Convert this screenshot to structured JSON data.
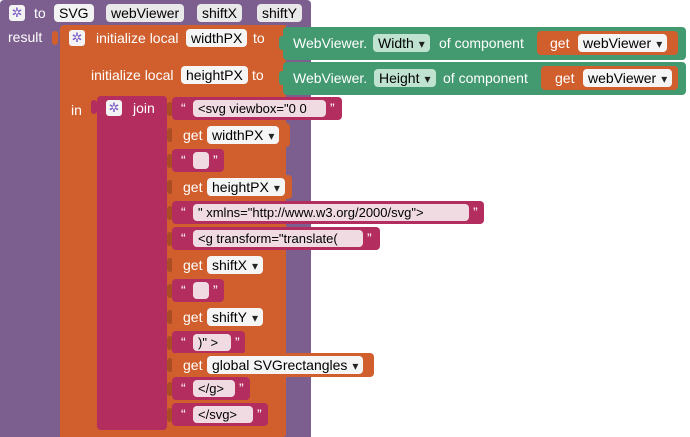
{
  "procedure": {
    "to_label": "to",
    "name": "SVG",
    "params": [
      "webViewer",
      "shiftX",
      "shiftY"
    ],
    "result_label": "result",
    "gear_icon": "mutator-gear-icon"
  },
  "locals": [
    {
      "init_label": "initialize local",
      "var_name": "widthPX",
      "to_label": "to",
      "component_class": "WebViewer.",
      "property": "Width",
      "of_component_label": "of component",
      "get_label": "get",
      "get_var": "webViewer"
    },
    {
      "init_label": "initialize local",
      "var_name": "heightPX",
      "to_label": "to",
      "component_class": "WebViewer.",
      "property": "Height",
      "of_component_label": "of component",
      "get_label": "get",
      "get_var": "webViewer"
    }
  ],
  "in_label": "in",
  "join": {
    "label": "join",
    "items": [
      {
        "kind": "text",
        "value": "<svg viewbox=\"0 0 "
      },
      {
        "kind": "get",
        "get_label": "get",
        "var": "widthPX"
      },
      {
        "kind": "text",
        "value": " "
      },
      {
        "kind": "get",
        "get_label": "get",
        "var": "heightPX"
      },
      {
        "kind": "text",
        "value": "\" xmlns=\"http://www.w3.org/2000/svg\">"
      },
      {
        "kind": "text",
        "value": "<g transform=\"translate( "
      },
      {
        "kind": "get",
        "get_label": "get",
        "var": "shiftX"
      },
      {
        "kind": "text",
        "value": " "
      },
      {
        "kind": "get",
        "get_label": "get",
        "var": "shiftY"
      },
      {
        "kind": "text",
        "value": ")\" >"
      },
      {
        "kind": "get",
        "get_label": "get",
        "var": "global SVGrectangles"
      },
      {
        "kind": "text",
        "value": "</g>"
      },
      {
        "kind": "text",
        "value": "</svg>"
      }
    ]
  },
  "colors": {
    "procedure": "#7d5f8f",
    "variable": "#d05f2d",
    "component": "#439970",
    "text": "#b32d5e",
    "field_light": "#f5f5f5"
  }
}
